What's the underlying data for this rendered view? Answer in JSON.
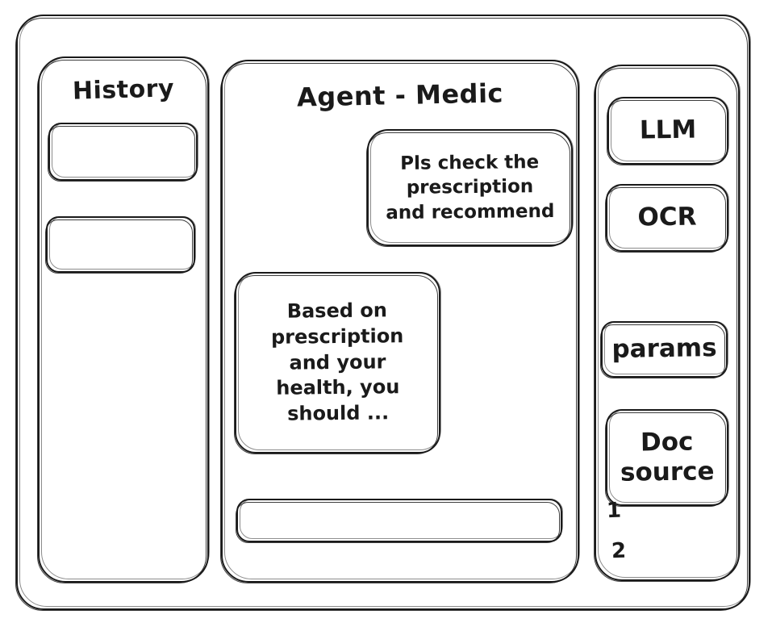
{
  "window": {
    "frame_label": "app-window"
  },
  "history": {
    "title": "History",
    "items": [
      {
        "label": ""
      },
      {
        "label": ""
      }
    ]
  },
  "agent": {
    "title": "Agent - Medic",
    "messages": [
      {
        "role": "user",
        "text": "Pls check the\nprescription\nand recommend"
      },
      {
        "role": "assistant",
        "text": "Based on\nprescription\nand your\nhealth, you\nshould ..."
      }
    ],
    "composer": {
      "value": "",
      "placeholder": ""
    }
  },
  "tools": {
    "buttons": [
      {
        "label": "LLM",
        "name": "llm"
      },
      {
        "label": "OCR",
        "name": "ocr"
      },
      {
        "label": "params",
        "name": "params"
      },
      {
        "label": "Doc\nsource",
        "name": "doc-source"
      }
    ],
    "doc_sources": [
      {
        "index": "1"
      },
      {
        "index": "2"
      }
    ]
  },
  "colors": {
    "ink": "#1a1a1a",
    "background": "#ffffff",
    "muted": "#8c8c8c"
  }
}
